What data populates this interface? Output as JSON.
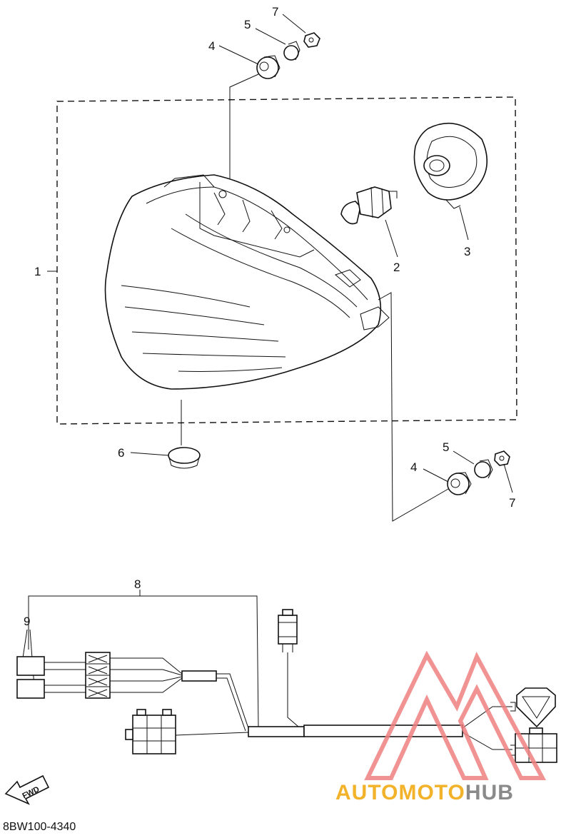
{
  "callouts": {
    "c1": "1",
    "c2": "2",
    "c3": "3",
    "c4_top": "4",
    "c5_top": "5",
    "c7_top": "7",
    "c6": "6",
    "c4_bottom": "4",
    "c5_bottom": "5",
    "c7_bottom": "7",
    "c8": "8",
    "c9": "9"
  },
  "fwd_label": "FWD",
  "diagram_code": "8BW100-4340",
  "watermark": {
    "text_auto": "AUTO",
    "text_moto": "MOTO",
    "text_hub": "HUB",
    "color_auto": "#f2b22a",
    "color_moto": "#f2b22a",
    "color_hub": "#8a8a8a",
    "logo_color": "#f08080"
  }
}
